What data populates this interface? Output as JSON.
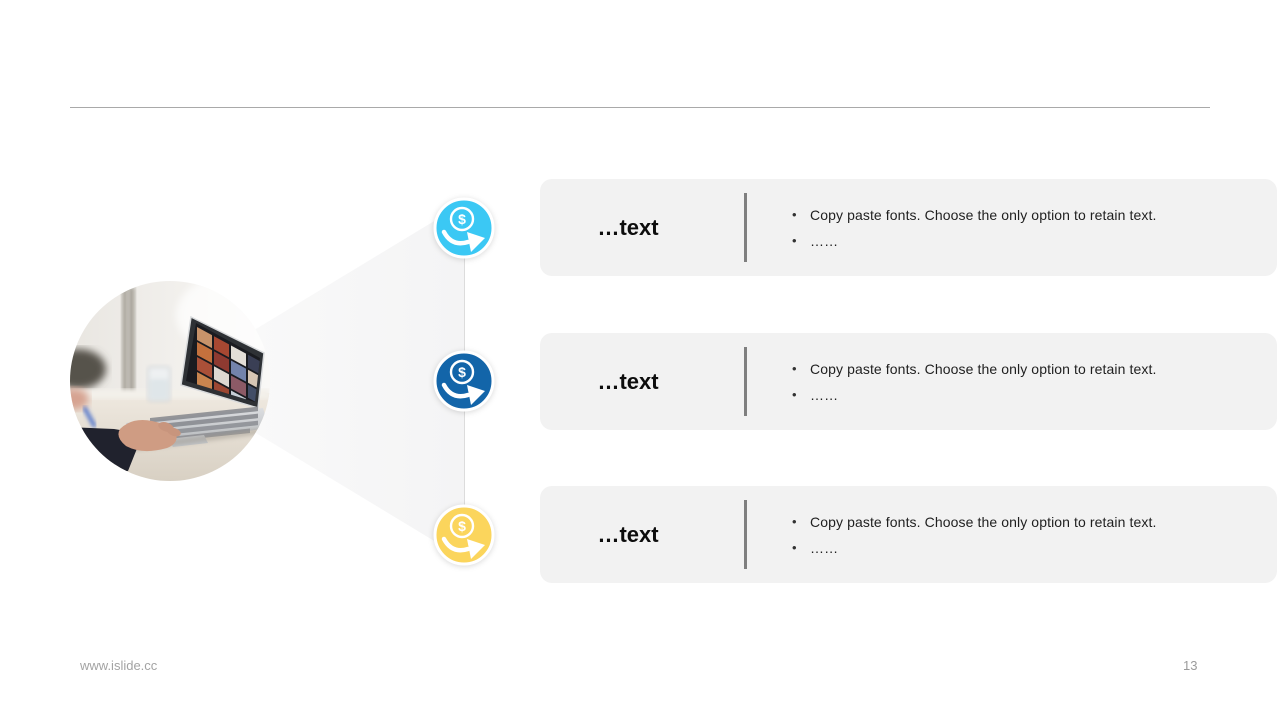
{
  "footer": {
    "website": "www.islide.cc",
    "page_number": "13"
  },
  "icon_glyph": "$",
  "cards": [
    {
      "title": "…text",
      "icon": "money-transfer-icon",
      "icon_color": "#3bc8f4",
      "bullets": [
        "Copy paste fonts. Choose the only option to retain text.",
        "……"
      ]
    },
    {
      "title": "…text",
      "icon": "money-transfer-icon",
      "icon_color": "#1365a9",
      "bullets": [
        "Copy paste fonts. Choose the only option to retain text.",
        "……"
      ]
    },
    {
      "title": "…text",
      "icon": "money-transfer-icon",
      "icon_color": "#fbd55c",
      "bullets": [
        "Copy paste fonts. Choose the only option to retain text.",
        "……"
      ]
    }
  ],
  "colors": {
    "card_background": "#f2f2f2",
    "divider": "#7f7f7f",
    "connector_line": "#dcdcdc",
    "top_rule": "#a9a9a9",
    "footer_text": "#a3a3a3"
  }
}
